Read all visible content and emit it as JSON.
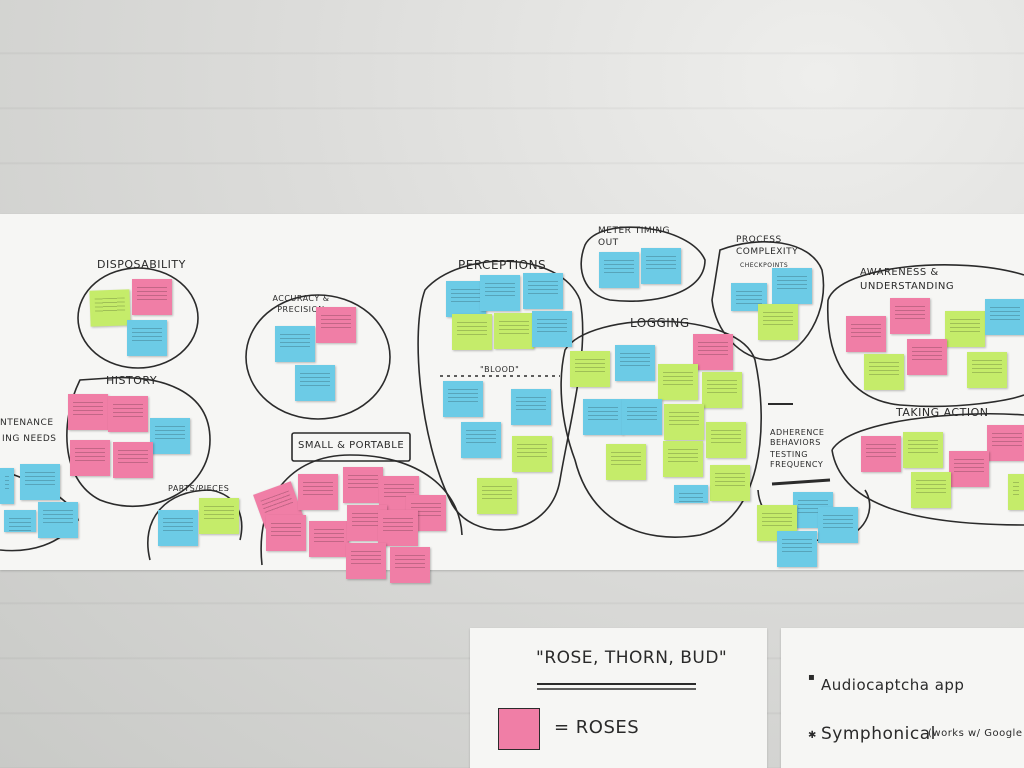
{
  "clusters": {
    "disposability": "DISPOSABILITY",
    "history": "HISTORY",
    "maintenance": "NTENANCE",
    "needs": "ING NEEDS",
    "parts_pieces": "PARTS/PIECES",
    "accuracy": "ACCURACY & PRECISION",
    "small_portable": "SMALL & PORTABLE",
    "perceptions": "PERCEPTIONS",
    "blood": "\"BLOOD\"",
    "meter_timing": "METER TIMING OUT",
    "logging": "LOGGING",
    "process": "PROCESS COMPLEXITY",
    "checkpoints": "CHECKPOINTS",
    "adherence": "ADHERENCE BEHAVIORS",
    "testing": "TESTING FREQUENCY",
    "awareness": "AWARENESS & UNDERSTANDING",
    "taking_action": "TAKING ACTION"
  },
  "legend": {
    "title": "\"ROSE, THORN, BUD\"",
    "rose_label": "= ROSES"
  },
  "side_note": {
    "item1": "Audiocaptcha app",
    "item2": "Symphonical",
    "item2_note": "(works w/ Google"
  },
  "colors": {
    "rose": "#f07ea6",
    "thorn": "#6ccbe6",
    "bud": "#c5ec6a"
  }
}
